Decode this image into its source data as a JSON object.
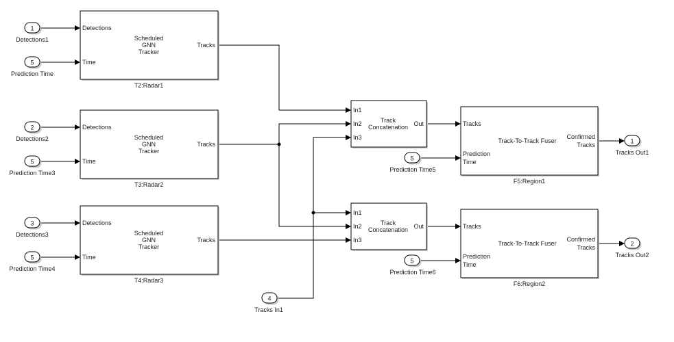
{
  "diagram": {
    "trackers": [
      {
        "id": "t2",
        "title": [
          "Scheduled",
          "GNN",
          "Tracker"
        ],
        "name": "T2:Radar1",
        "in_ports": [
          "Detections",
          "Time"
        ],
        "out_port": "Tracks"
      },
      {
        "id": "t3",
        "title": [
          "Scheduled",
          "GNN",
          "Tracker"
        ],
        "name": "T3:Radar2",
        "in_ports": [
          "Detections",
          "Time"
        ],
        "out_port": "Tracks"
      },
      {
        "id": "t4",
        "title": [
          "Scheduled",
          "GNN",
          "Tracker"
        ],
        "name": "T4:Radar3",
        "in_ports": [
          "Detections",
          "Time"
        ],
        "out_port": "Tracks"
      }
    ],
    "concatenations": [
      {
        "id": "c1",
        "title": [
          "Track",
          "Concatenation"
        ],
        "in_ports": [
          "In1",
          "In2",
          "In3"
        ],
        "out_port": "Out"
      },
      {
        "id": "c2",
        "title": [
          "Track",
          "Concatenation"
        ],
        "in_ports": [
          "In1",
          "In2",
          "In3"
        ],
        "out_port": "Out"
      }
    ],
    "fusers": [
      {
        "id": "f5",
        "title": "Track-To-Track Fuser",
        "name": "F5:Region1",
        "in_ports": [
          "Tracks",
          [
            "Prediction",
            "Time"
          ]
        ],
        "out_port": [
          "Confirmed",
          "Tracks"
        ]
      },
      {
        "id": "f6",
        "title": "Track-To-Track Fuser",
        "name": "F6:Region2",
        "in_ports": [
          "Tracks",
          [
            "Prediction",
            "Time"
          ]
        ],
        "out_port": [
          "Confirmed",
          "Tracks"
        ]
      }
    ],
    "inports": [
      {
        "number": "1",
        "label": "Detections1"
      },
      {
        "number": "5",
        "label": "Prediction Time"
      },
      {
        "number": "2",
        "label": "Detections2"
      },
      {
        "number": "5",
        "label": "Prediction Time3"
      },
      {
        "number": "3",
        "label": "Detections3"
      },
      {
        "number": "5",
        "label": "Prediction Time4"
      },
      {
        "number": "5",
        "label": "Prediction Time5"
      },
      {
        "number": "5",
        "label": "Prediction Time6"
      },
      {
        "number": "4",
        "label": "Tracks In1"
      }
    ],
    "outports": [
      {
        "number": "1",
        "label": "Tracks Out1"
      },
      {
        "number": "2",
        "label": "Tracks Out2"
      }
    ]
  }
}
